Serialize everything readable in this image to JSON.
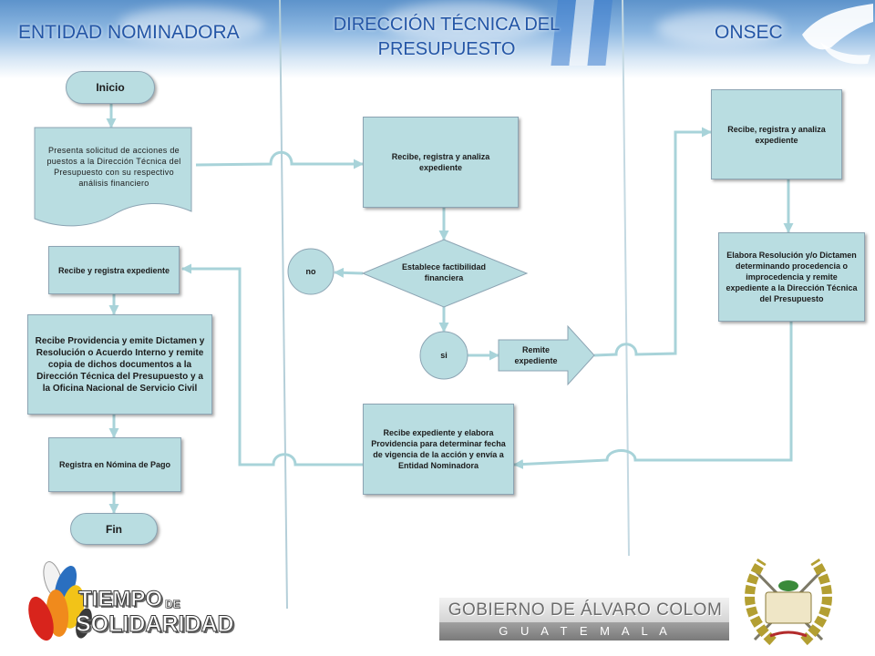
{
  "header": {
    "left_title": "ENTIDAD NOMINADORA",
    "center_title": "DIRECCIÓN TÉCNICA DEL PRESUPUESTO",
    "right_title": "ONSEC"
  },
  "lane_entidad": {
    "start": "Inicio",
    "request_document": "Presenta solicitud de acciones de puestos a la Dirección Técnica del Presupuesto con su respectivo análisis financiero",
    "receive_register": "Recibe y registra expediente",
    "receive_providence": "Recibe Providencia y emite Dictamen y Resolución o Acuerdo Interno y remite copia de dichos documentos a la Dirección Técnica del Presupuesto y a la Oficina Nacional de Servicio Civil",
    "payroll": "Registra en Nómina de Pago",
    "end": "Fin"
  },
  "lane_direccion": {
    "receive_analyze": "Recibe, registra y analiza expediente",
    "decision": "Establece factibilidad financiera",
    "no_label": "no",
    "yes_label": "si",
    "send": "Remite expediente",
    "receive_elaborate": "Recibe expediente y elabora Providencia para determinar fecha de vigencia de la acción y envía a Entidad Nominadora"
  },
  "lane_onsec": {
    "receive_analyze": "Recibe, registra y analiza expediente",
    "resolution": "Elabora Resolución y/o Dictamen determinando procedencia o improcedencia y remite expediente a la Dirección Técnica del Presupuesto"
  },
  "footer": {
    "solidarity_logo": {
      "word1": "TIEMPO",
      "word2": "DE",
      "word3": "SOLIDARIDAD"
    },
    "government_logo": {
      "line1": "GOBIERNO DE ÁLVARO COLOM",
      "line2": "G U A T E M A L A"
    }
  },
  "colors": {
    "title_blue": "#2456a6",
    "box_fill": "#b9dde1",
    "box_border": "#8ca4b3",
    "connector": "#a8d3d9",
    "lane_line": "#b5cfd9"
  }
}
